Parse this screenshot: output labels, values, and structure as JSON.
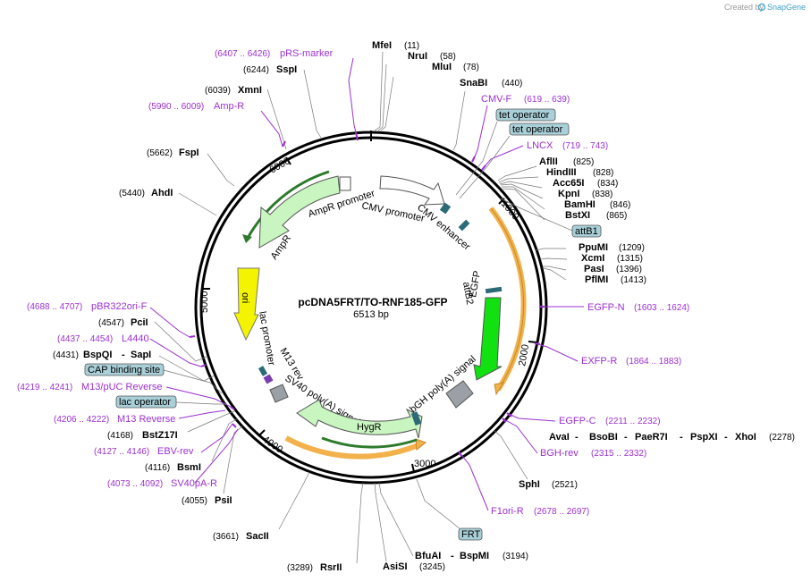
{
  "title": "pcDNA5FRT/TO-RNF185-GFP",
  "subtitle": "6513 bp",
  "watermark": {
    "prefix": "Created by",
    "brand": "SnapGene"
  },
  "colors": {
    "primer": "#9b30d0",
    "backbone": "#000000",
    "boxFill": "#a9cfd8",
    "orange": "#f2b14b",
    "green": "#00e000"
  },
  "ticks": [
    {
      "id": "t1000",
      "label": "1000"
    },
    {
      "id": "t2000",
      "label": "2000"
    },
    {
      "id": "t3000",
      "label": "3000"
    },
    {
      "id": "t4000",
      "label": "4000"
    },
    {
      "id": "t5000",
      "label": "5000"
    },
    {
      "id": "t6000",
      "label": "6000"
    }
  ],
  "enzymes": [
    {
      "id": "mfei",
      "name": "MfeI",
      "pos": "(11)"
    },
    {
      "id": "nrui",
      "name": "NruI",
      "pos": "(58)"
    },
    {
      "id": "mlui",
      "name": "MluI",
      "pos": "(78)"
    },
    {
      "id": "snabi",
      "name": "SnaBI",
      "pos": "(440)"
    },
    {
      "id": "aflii",
      "name": "AflII",
      "pos": "(825)"
    },
    {
      "id": "hindiii",
      "name": "HindIII",
      "pos": "(828)"
    },
    {
      "id": "acc65i",
      "name": "Acc65I",
      "pos": "(834)"
    },
    {
      "id": "kpni",
      "name": "KpnI",
      "pos": "(838)"
    },
    {
      "id": "bamhi",
      "name": "BamHI",
      "pos": "(846)"
    },
    {
      "id": "bstxi",
      "name": "BstXI",
      "pos": "(865)"
    },
    {
      "id": "ppumi",
      "name": "PpuMI",
      "pos": "(1209)"
    },
    {
      "id": "xcmi",
      "name": "XcmI",
      "pos": "(1315)"
    },
    {
      "id": "pasi",
      "name": "PasI",
      "pos": "(1396)"
    },
    {
      "id": "pflmi",
      "name": "PflMI",
      "pos": "(1413)"
    },
    {
      "id": "sphi",
      "name": "SphI",
      "pos": "(2521)"
    },
    {
      "id": "bspmi",
      "name": "BspMI",
      "pos": "(3194)"
    },
    {
      "id": "bfuai",
      "name": "BfuAI",
      "pos": ""
    },
    {
      "id": "asisi",
      "name": "AsiSI",
      "pos": "(3245)"
    },
    {
      "id": "rsrii",
      "name": "RsrII",
      "pos": "(3289)"
    },
    {
      "id": "saci",
      "name": "SacII",
      "pos": "(3661)"
    },
    {
      "id": "psii",
      "name": "PsiI",
      "pos": "(4055)"
    },
    {
      "id": "bsmi",
      "name": "BsmI",
      "pos": "(4116)"
    },
    {
      "id": "bstz17i",
      "name": "BstZ17I",
      "pos": "(4168)"
    },
    {
      "id": "bspqi",
      "name": "BspQI",
      "pos": "(4431)"
    },
    {
      "id": "sapi",
      "name": "SapI",
      "pos": ""
    },
    {
      "id": "pcii",
      "name": "PciI",
      "pos": "(4547)"
    },
    {
      "id": "ahdi",
      "name": "AhdI",
      "pos": "(5440)"
    },
    {
      "id": "fspi",
      "name": "FspI",
      "pos": "(5662)"
    },
    {
      "id": "xmni",
      "name": "XmnI",
      "pos": "(6039)"
    },
    {
      "id": "sspi",
      "name": "SspI",
      "pos": "(6244)"
    }
  ],
  "xhoiGroup": {
    "names": [
      "AvaI",
      "BsoBI",
      "PaeR7I",
      "PspXI",
      "XhoI"
    ],
    "pos": "(2278)"
  },
  "primers": [
    {
      "id": "prs",
      "name": "pRS-marker",
      "range": "(6407 .. 6426)"
    },
    {
      "id": "ampr",
      "name": "Amp-R",
      "range": "(5990 .. 6009)"
    },
    {
      "id": "cmvf",
      "name": "CMV-F",
      "range": "(619 .. 639)"
    },
    {
      "id": "lncx",
      "name": "LNCX",
      "range": "(719 .. 743)"
    },
    {
      "id": "egfpn",
      "name": "EGFP-N",
      "range": "(1603 .. 1624)"
    },
    {
      "id": "exfpr",
      "name": "EXFP-R",
      "range": "(1864 .. 1883)"
    },
    {
      "id": "egfpc",
      "name": "EGFP-C",
      "range": "(2211 .. 2232)"
    },
    {
      "id": "bghrev",
      "name": "BGH-rev",
      "range": "(2315 .. 2332)"
    },
    {
      "id": "f1orir",
      "name": "F1ori-R",
      "range": "(2678 .. 2697)"
    },
    {
      "id": "pbr322",
      "name": "pBR322ori-F",
      "range": "(4688 .. 4707)"
    },
    {
      "id": "l4440",
      "name": "L4440",
      "range": "(4437 .. 4454)"
    },
    {
      "id": "m13puc",
      "name": "M13/pUC Reverse",
      "range": "(4219 .. 4241)"
    },
    {
      "id": "m13rev",
      "name": "M13 Reverse",
      "range": "(4206 .. 4222)"
    },
    {
      "id": "ebvrev",
      "name": "EBV-rev",
      "range": "(4127 .. 4146)"
    },
    {
      "id": "sv40pa",
      "name": "SV40pA-R",
      "range": "(4073 .. 4092)"
    }
  ],
  "boxes": [
    {
      "id": "tetop1",
      "label": "tet operator"
    },
    {
      "id": "tetop2",
      "label": "tet operator"
    },
    {
      "id": "attb1",
      "label": "attB1"
    },
    {
      "id": "frt",
      "label": "FRT"
    },
    {
      "id": "cap",
      "label": "CAP binding site"
    },
    {
      "id": "lacop",
      "label": "lac operator"
    }
  ],
  "features": [
    {
      "id": "amprpromoter",
      "label": "AmpR promoter"
    },
    {
      "id": "cmvenhancer",
      "label": "CMV enhancer"
    },
    {
      "id": "cmvpromoter",
      "label": "CMV promoter"
    },
    {
      "id": "ampr",
      "label": "AmpR"
    },
    {
      "id": "ori",
      "label": "ori"
    },
    {
      "id": "lacpromoter",
      "label": "lac promoter"
    },
    {
      "id": "m13rev",
      "label": "M13 rev"
    },
    {
      "id": "sv40",
      "label": "SV40 poly(A) signal"
    },
    {
      "id": "hygr",
      "label": "HygR"
    },
    {
      "id": "bgh",
      "label": "bGH poly(A) signal"
    },
    {
      "id": "egfp",
      "label": "EGFP"
    },
    {
      "id": "attb2",
      "label": "attB2"
    }
  ]
}
